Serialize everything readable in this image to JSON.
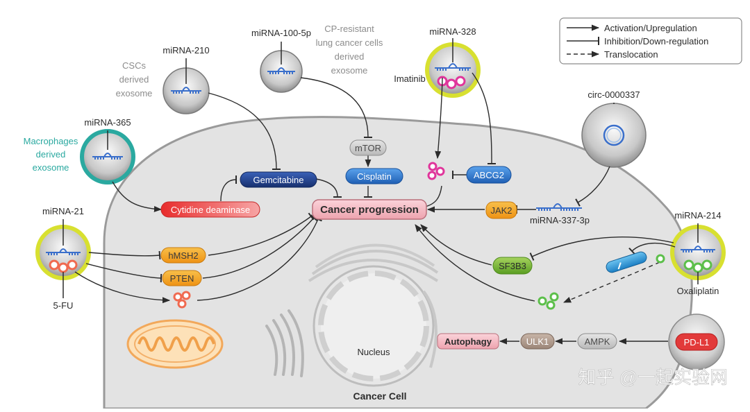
{
  "legend": {
    "activation": "Activation/Upregulation",
    "inhibition": "Inhibition/Down-regulation",
    "translocation": "Translocation"
  },
  "vesicles": {
    "mirna_100_5p": "miRNA-100-5p",
    "mirna_210": "miRNA-210",
    "mirna_365": "miRNA-365",
    "mirna_328": "miRNA-328",
    "circ_0000337": "circ-0000337",
    "mirna_21": "miRNA-21",
    "mirna_214": "miRNA-214",
    "pd_l1": "PD-L1"
  },
  "sources": {
    "cp_resistant": [
      "CP-resistant",
      "lung cancer cells",
      "derived",
      "exosome"
    ],
    "cscs": [
      "CSCs",
      "derived",
      "exosome"
    ],
    "macrophages": [
      "Macrophages",
      "derived",
      "exosome"
    ]
  },
  "drugs": {
    "imatinib": "Imatinib",
    "fu": "5-FU",
    "oxaliplatin": "Oxaliplatin"
  },
  "nodes": {
    "mtor": "mTOR",
    "cisplatin": "Cisplatin",
    "gemcitabine": "Gemcitabine",
    "cytidine_deaminase": "Cytidine deaminase",
    "cancer_progression": "Cancer progression",
    "abcg2": "ABCG2",
    "jak2": "JAK2",
    "mirna_337_3p": "miRNA-337-3p",
    "hmsh2": "hMSH2",
    "pten": "PTEN",
    "sf3b3": "SF3B3",
    "autophagy": "Autophagy",
    "ulk1": "ULK1",
    "ampk": "AMPK",
    "nucleus": "Nucleus",
    "cancer_cell": "Cancer Cell"
  },
  "watermark": "知乎 @一起实验网",
  "colors": {
    "cell_fill": "#e4e4e4",
    "cell_stroke": "#9a9a9a",
    "navy_node": "#1f3f8c",
    "blue_node": "#2f6cc2",
    "red_node": "#e23a3a",
    "orange_node": "#f5a623",
    "green_node": "#6cae2f",
    "teal_ring": "#2aa9a0",
    "yellow_ring": "#d8e030",
    "magenta": "#e0359b",
    "salmon": "#f06a50",
    "green_dot": "#5cbf4a"
  }
}
